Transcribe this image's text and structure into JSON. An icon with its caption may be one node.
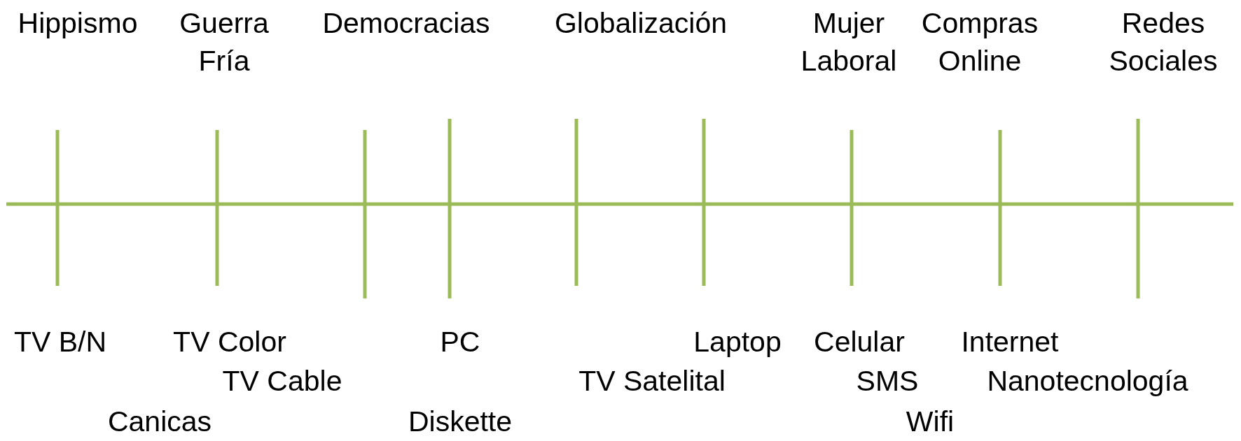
{
  "diagram": {
    "labels": [
      "Hippismo",
      "Guerra Fría",
      "Democracias",
      "Globalización",
      "Mujer Laboral",
      "Compras Online",
      "Redes Sociales",
      "TV B/N",
      "TV Color",
      "PC",
      "Laptop",
      "Celular",
      "Internet",
      "TV Cable",
      "TV Satelital",
      "SMS",
      "Nanotecnología",
      "Canicas",
      "Diskette",
      "Wifi"
    ]
  }
}
